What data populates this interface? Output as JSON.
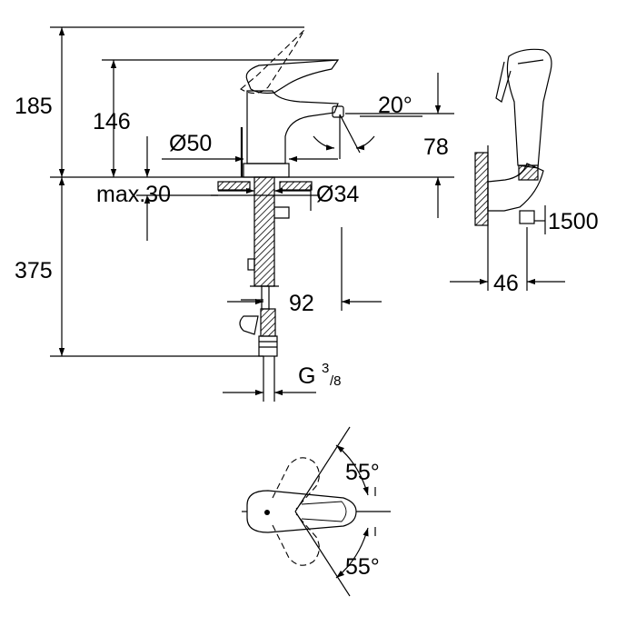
{
  "dimensions": {
    "total_height": "185",
    "lever_height": "146",
    "spout_angle": "20°",
    "spout_height": "78",
    "base_diameter": "Ø50",
    "max_deck_thickness": "max.30",
    "hole_diameter": "Ø34",
    "supply_length": "375",
    "spout_reach": "92",
    "connection_thread_main": "G",
    "connection_thread_num": "3",
    "connection_thread_den": "/8",
    "hose_length": "1500",
    "holder_projection": "46",
    "lever_angle_upper": "55°",
    "lever_angle_lower": "55°"
  }
}
